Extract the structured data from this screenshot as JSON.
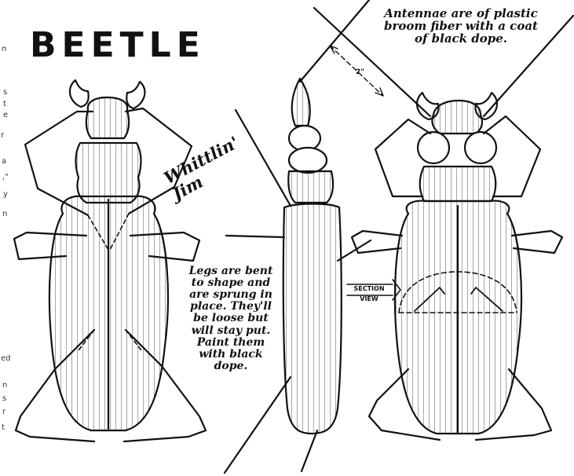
{
  "title": "BEETLE",
  "antennae_note": "Antennae are of plastic\nbroom fiber with a coat\nof black dope.",
  "legs_note": "Legs are bent\nto shape and\nare sprung in\nplace. They'll\nbe loose but\nwill stay put.\nPaint them\nwith black\ndope.",
  "signature": "Whittlin'\nJim",
  "section_label": "SECTION\nVIEW",
  "dimension_label": "2\"",
  "edge_fragments": [
    "n",
    "s",
    "t",
    "e",
    "r",
    "a",
    ",\"",
    "y",
    "n",
    "ed",
    "n",
    "s",
    "r",
    "t"
  ]
}
